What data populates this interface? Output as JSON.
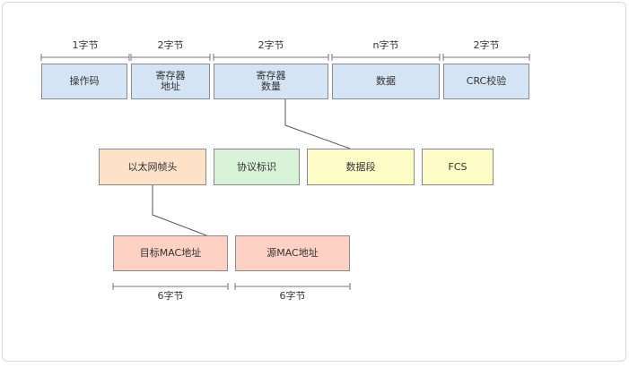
{
  "modbus_frame": {
    "fields": [
      {
        "size": "1字节",
        "lines": [
          "操作码"
        ]
      },
      {
        "size": "2字节",
        "lines": [
          "寄存器",
          "地址"
        ]
      },
      {
        "size": "2字节",
        "lines": [
          "寄存器",
          "数量"
        ]
      },
      {
        "size": "n字节",
        "lines": [
          "数据"
        ]
      },
      {
        "size": "2字节",
        "lines": [
          "CRC校验"
        ]
      }
    ]
  },
  "ethernet_frame": {
    "fields": [
      {
        "label": "以太网帧头",
        "color": "#fde2c8"
      },
      {
        "label": "协议标识",
        "color": "#d8f3d8"
      },
      {
        "label": "数据段",
        "color": "#fdfbc6"
      },
      {
        "label": "FCS",
        "color": "#fdfbc6"
      }
    ]
  },
  "frame_header": {
    "fields": [
      {
        "label": "目标MAC地址",
        "size": "6字节"
      },
      {
        "label": "源MAC地址",
        "size": "6字节"
      }
    ]
  },
  "colors": {
    "modbus_box": "#d5e4f5",
    "header_box": "#fdd1c3",
    "border": "#8a8a8a",
    "connector": "#555555"
  }
}
